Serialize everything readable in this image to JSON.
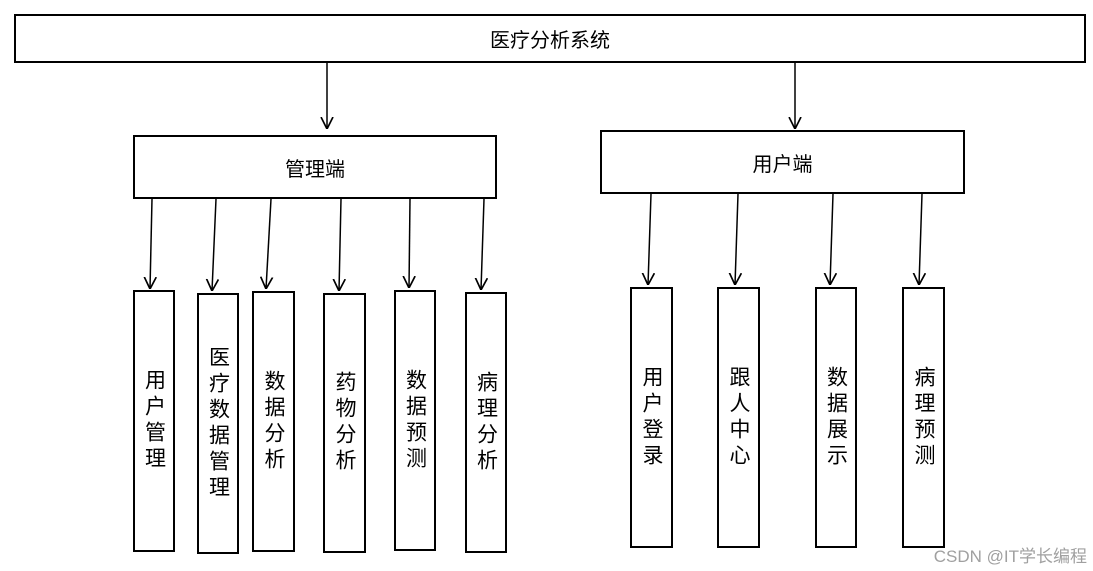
{
  "root": {
    "label": "医疗分析系统"
  },
  "branches": [
    {
      "label": "管理端",
      "children": [
        "用户管理",
        "医疗数据管理",
        "数据分析",
        "药物分析",
        "数据预测",
        "病理分析"
      ]
    },
    {
      "label": "用户端",
      "children": [
        "用户登录",
        "跟人中心",
        "数据展示",
        "病理预测"
      ]
    }
  ],
  "watermark": "CSDN @IT学长编程"
}
